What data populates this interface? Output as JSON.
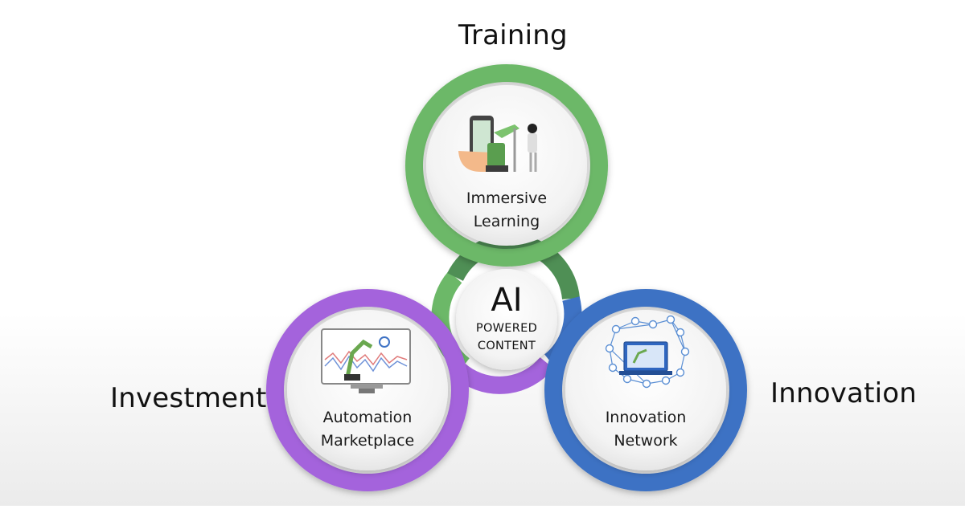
{
  "labels": {
    "top": "Training",
    "left": "Investment",
    "right": "Innovation"
  },
  "center": {
    "title": "AI",
    "line1": "POWERED",
    "line2": "CONTENT"
  },
  "nodes": {
    "top": {
      "line1": "Immersive",
      "line2": "Learning",
      "icon": "vr-training-icon"
    },
    "left": {
      "line1": "Automation",
      "line2": "Marketplace",
      "icon": "robot-monitor-icon"
    },
    "right": {
      "line1": "Innovation",
      "line2": "Network",
      "icon": "network-laptop-icon"
    }
  },
  "colors": {
    "green": "#6cb868",
    "purple": "#a464dc",
    "blue": "#3e72c4",
    "disc": "#f4f4f4"
  }
}
